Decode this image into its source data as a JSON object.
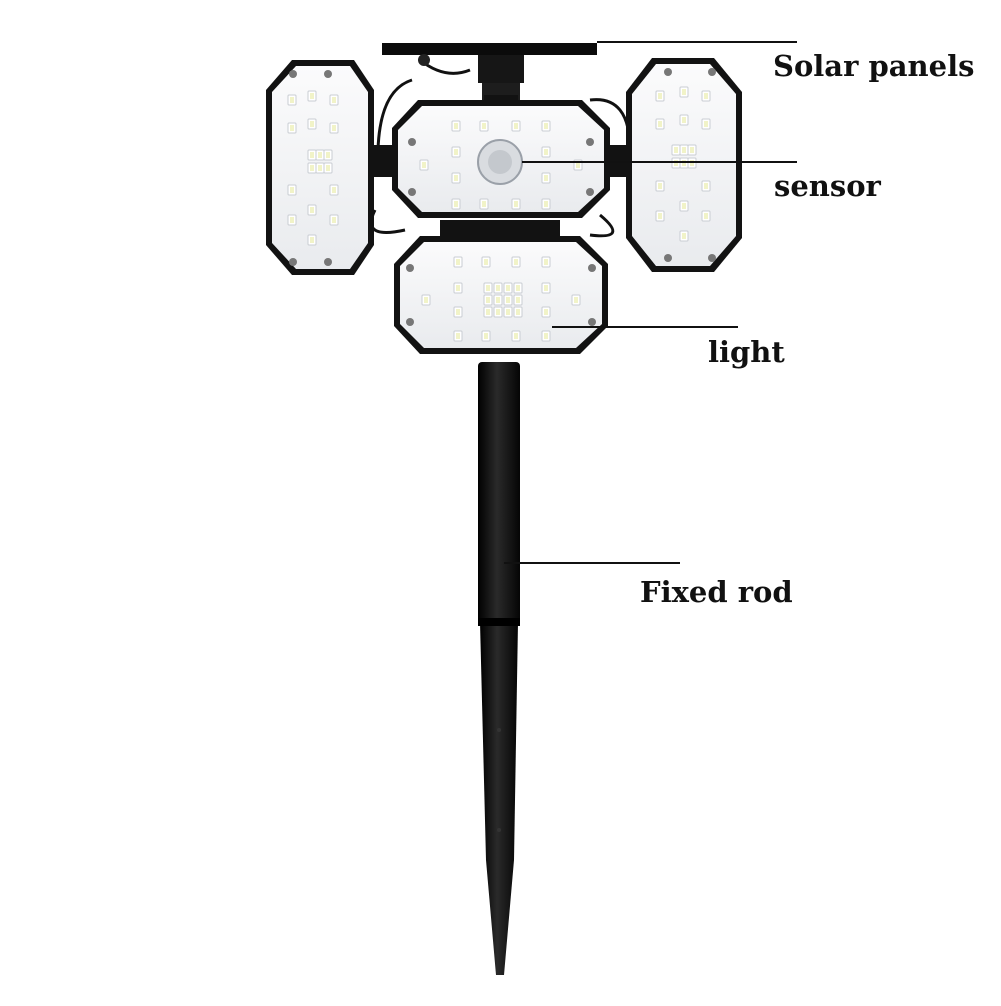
{
  "callouts": {
    "solar_panels": "Solar panels",
    "sensor": "sensor",
    "light": "light",
    "fixed_rod": "Fixed rod"
  },
  "colors": {
    "background": "#ffffff",
    "body_black": "#111111",
    "housing_white": "#f4f5f7",
    "led_white": "#ffffff",
    "led_cell": "#e3e6ea",
    "label_text": "#111111"
  }
}
